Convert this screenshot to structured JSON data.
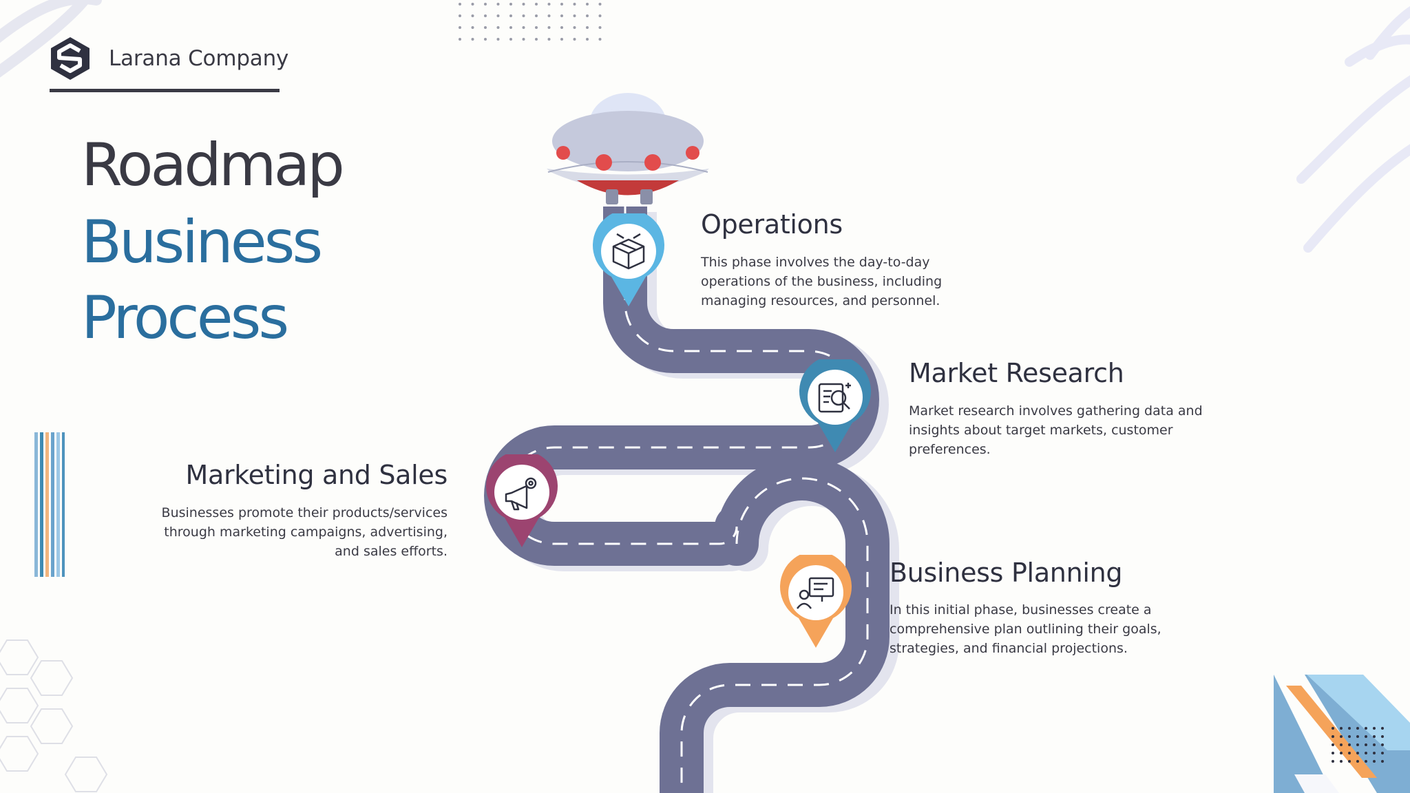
{
  "brand": {
    "name": "Larana Company"
  },
  "title": {
    "line1": "Roadmap",
    "line2": "Business",
    "line3": "Process"
  },
  "steps": [
    {
      "title": "Operations",
      "description": "This phase involves the day-to-day operations of the business, including managing resources, and personnel.",
      "icon": "box-icon",
      "color": "#5bb6e3"
    },
    {
      "title": "Market Research",
      "description": "Market research involves gathering data and insights about target markets, customer preferences.",
      "icon": "research-icon",
      "color": "#3f8ab2"
    },
    {
      "title": "Marketing and Sales",
      "description": "Businesses promote their products/services through marketing campaigns, advertising, and sales efforts.",
      "icon": "megaphone-icon",
      "color": "#9c4470"
    },
    {
      "title": "Business Planning",
      "description": "In this initial phase, businesses create a comprehensive plan outlining their goals, strategies, and financial projections.",
      "icon": "presentation-icon",
      "color": "#f5a35a"
    }
  ],
  "colors": {
    "road": "#6e7194",
    "road_shadow": "#e3e4ee",
    "accent_blue": "#2a6e9e",
    "text_dark": "#3a3a44"
  }
}
